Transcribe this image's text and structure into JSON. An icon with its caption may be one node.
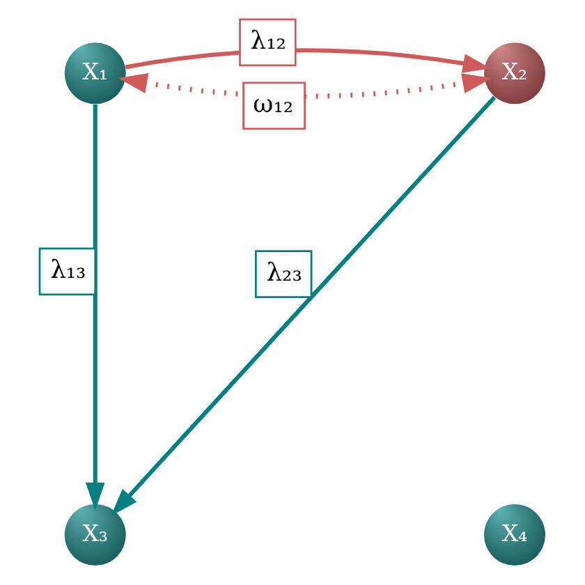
{
  "diagram": {
    "nodes": [
      {
        "text": [
          "X₁"
        ]
      },
      {
        "text": [
          "X₂"
        ]
      },
      {
        "text": [
          "X₃"
        ]
      },
      {
        "text": [
          "X₄"
        ]
      }
    ],
    "edges": [
      {
        "from": 0,
        "to": 1,
        "arrow": "both",
        "label": "ω₁₂",
        "style": "dashed",
        "color": "#d05a5a"
      },
      {
        "from": 0,
        "to": 1,
        "arrow": "to",
        "label": "λ₁₂",
        "color": "#d05a5a"
      },
      {
        "from": 1,
        "to": 2,
        "arrow": "to",
        "label": "λ₂₃",
        "color": "#008080"
      },
      {
        "from": 0,
        "to": 2,
        "arrow": "to",
        "label": "λ₁₃",
        "color": "#008080"
      }
    ]
  }
}
